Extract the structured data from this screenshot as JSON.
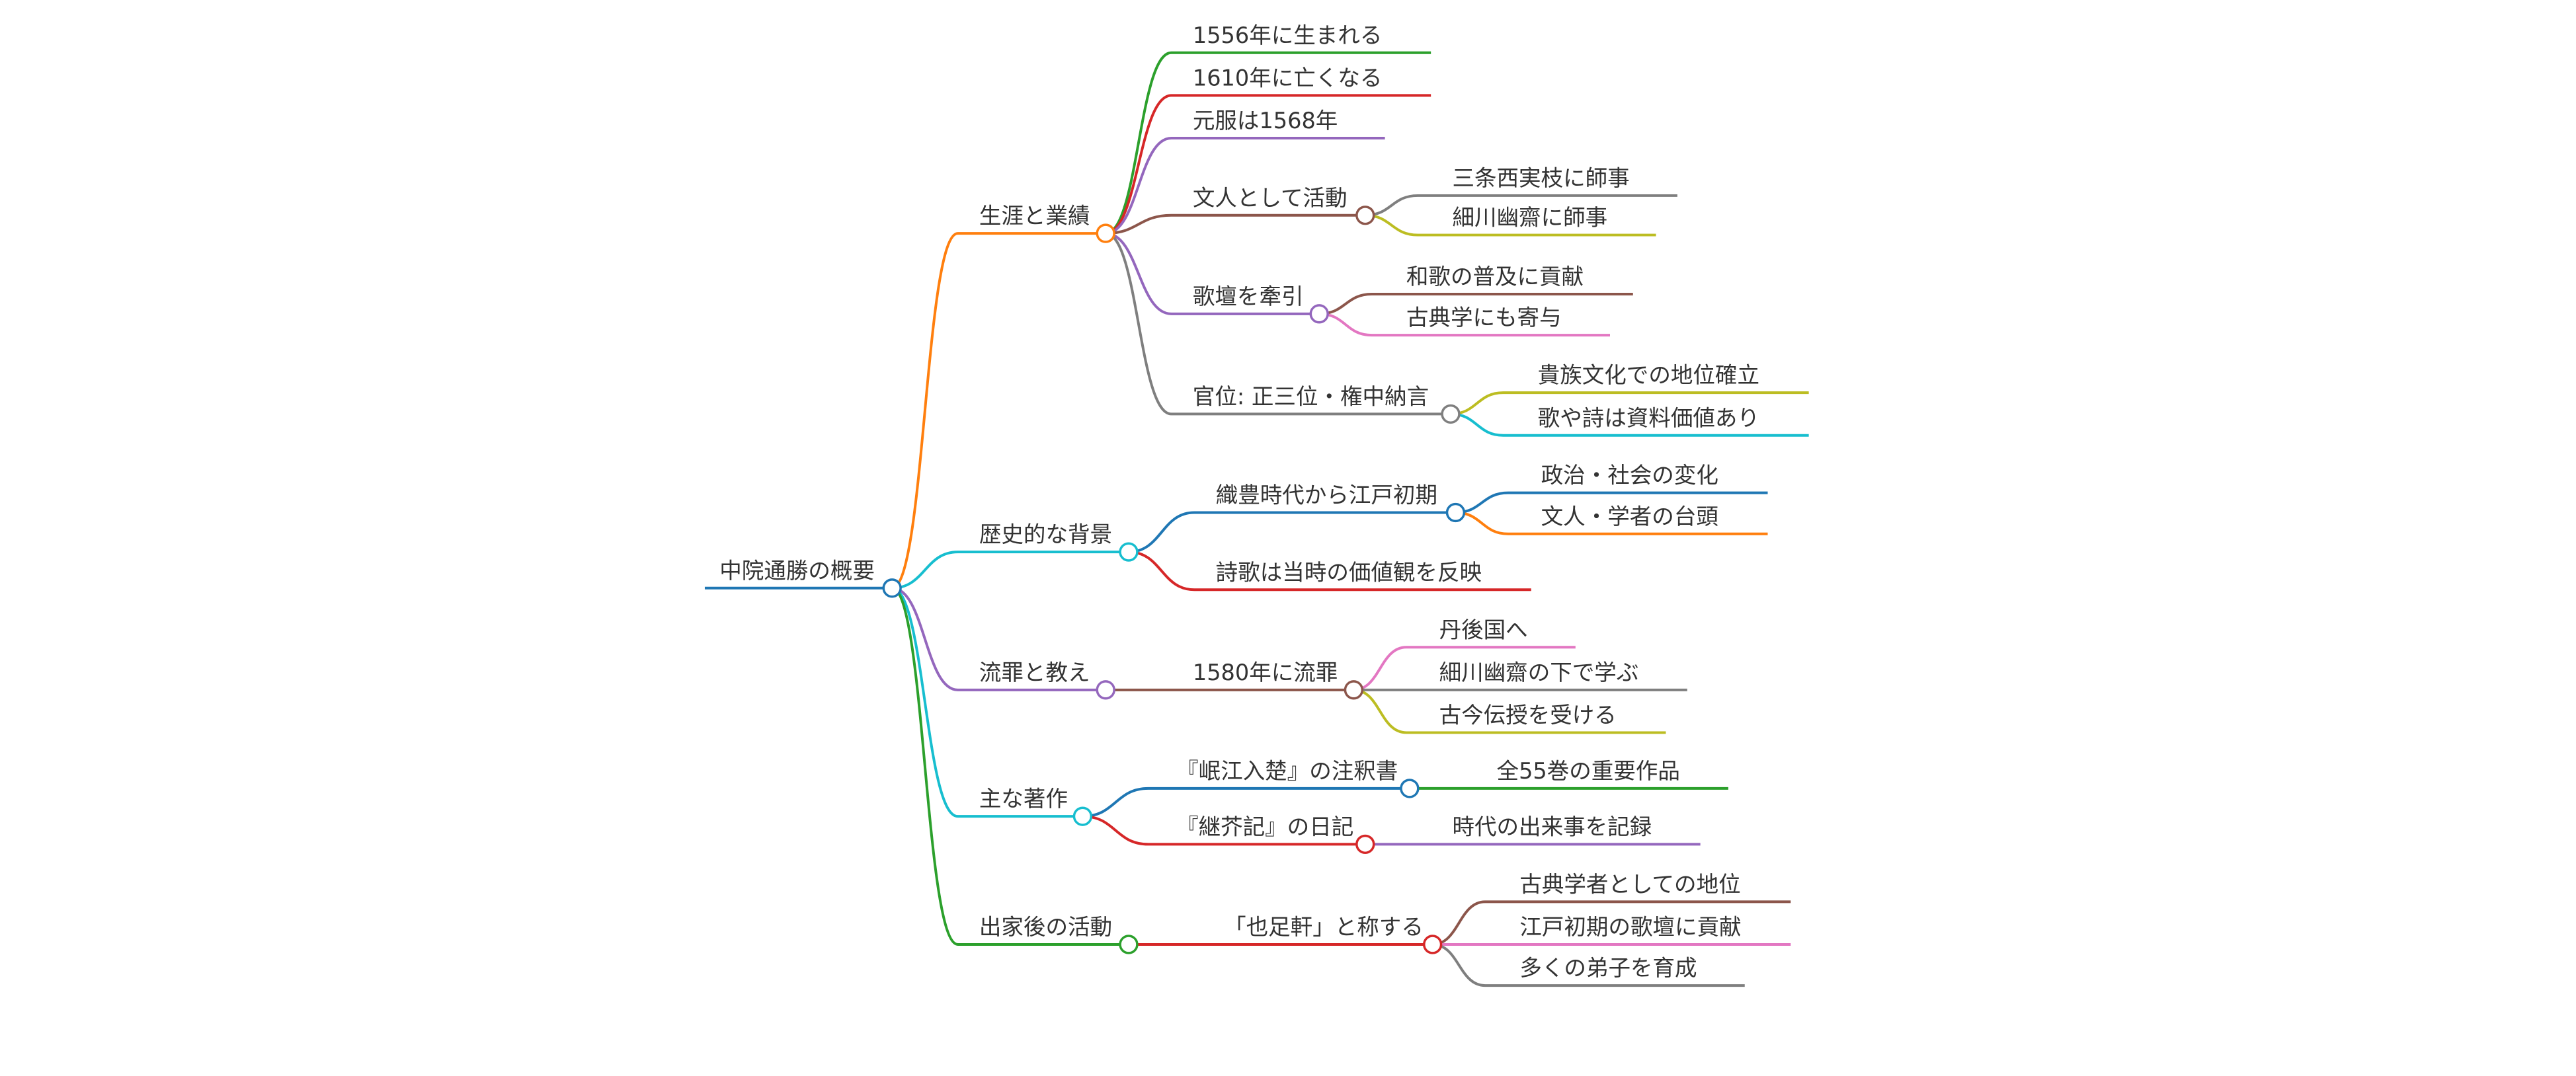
{
  "colors": {
    "blue": "#1f77b4",
    "orange": "#ff7f0e",
    "green": "#2ca02c",
    "red": "#d62728",
    "purple": "#9467bd",
    "brown": "#8c564b",
    "pink": "#e377c2",
    "gray": "#7f7f7f",
    "olive": "#bcbd22",
    "cyan": "#17becf"
  },
  "root": "中院通勝の概要",
  "branches": [
    {
      "label": "生涯と業績",
      "children": [
        {
          "label": "1556年に生まれる"
        },
        {
          "label": "1610年に亡くなる"
        },
        {
          "label": "元服は1568年"
        },
        {
          "label": "文人として活動",
          "children": [
            {
              "label": "三条西実枝に師事"
            },
            {
              "label": "細川幽齋に師事"
            }
          ]
        },
        {
          "label": "歌壇を牽引",
          "children": [
            {
              "label": "和歌の普及に貢献"
            },
            {
              "label": "古典学にも寄与"
            }
          ]
        },
        {
          "label": "官位: 正三位・権中納言",
          "children": [
            {
              "label": "貴族文化での地位確立"
            },
            {
              "label": "歌や詩は資料価値あり"
            }
          ]
        }
      ]
    },
    {
      "label": "歴史的な背景",
      "children": [
        {
          "label": "織豊時代から江戸初期",
          "children": [
            {
              "label": "政治・社会の変化"
            },
            {
              "label": "文人・学者の台頭"
            }
          ]
        },
        {
          "label": "詩歌は当時の価値観を反映"
        }
      ]
    },
    {
      "label": "流罪と教え",
      "children": [
        {
          "label": "1580年に流罪",
          "children": [
            {
              "label": "丹後国へ"
            },
            {
              "label": "細川幽齋の下で学ぶ"
            },
            {
              "label": "古今伝授を受ける"
            }
          ]
        }
      ]
    },
    {
      "label": "主な著作",
      "children": [
        {
          "label": "『岷江入楚』の注釈書",
          "children": [
            {
              "label": "全55巻の重要作品"
            }
          ]
        },
        {
          "label": "『継芥記』の日記",
          "children": [
            {
              "label": "時代の出来事を記録"
            }
          ]
        }
      ]
    },
    {
      "label": "出家後の活動",
      "children": [
        {
          "label": "「也足軒」と称する",
          "children": [
            {
              "label": "古典学者としての地位"
            },
            {
              "label": "江戸初期の歌壇に貢献"
            },
            {
              "label": "多くの弟子を育成"
            }
          ]
        }
      ]
    }
  ]
}
